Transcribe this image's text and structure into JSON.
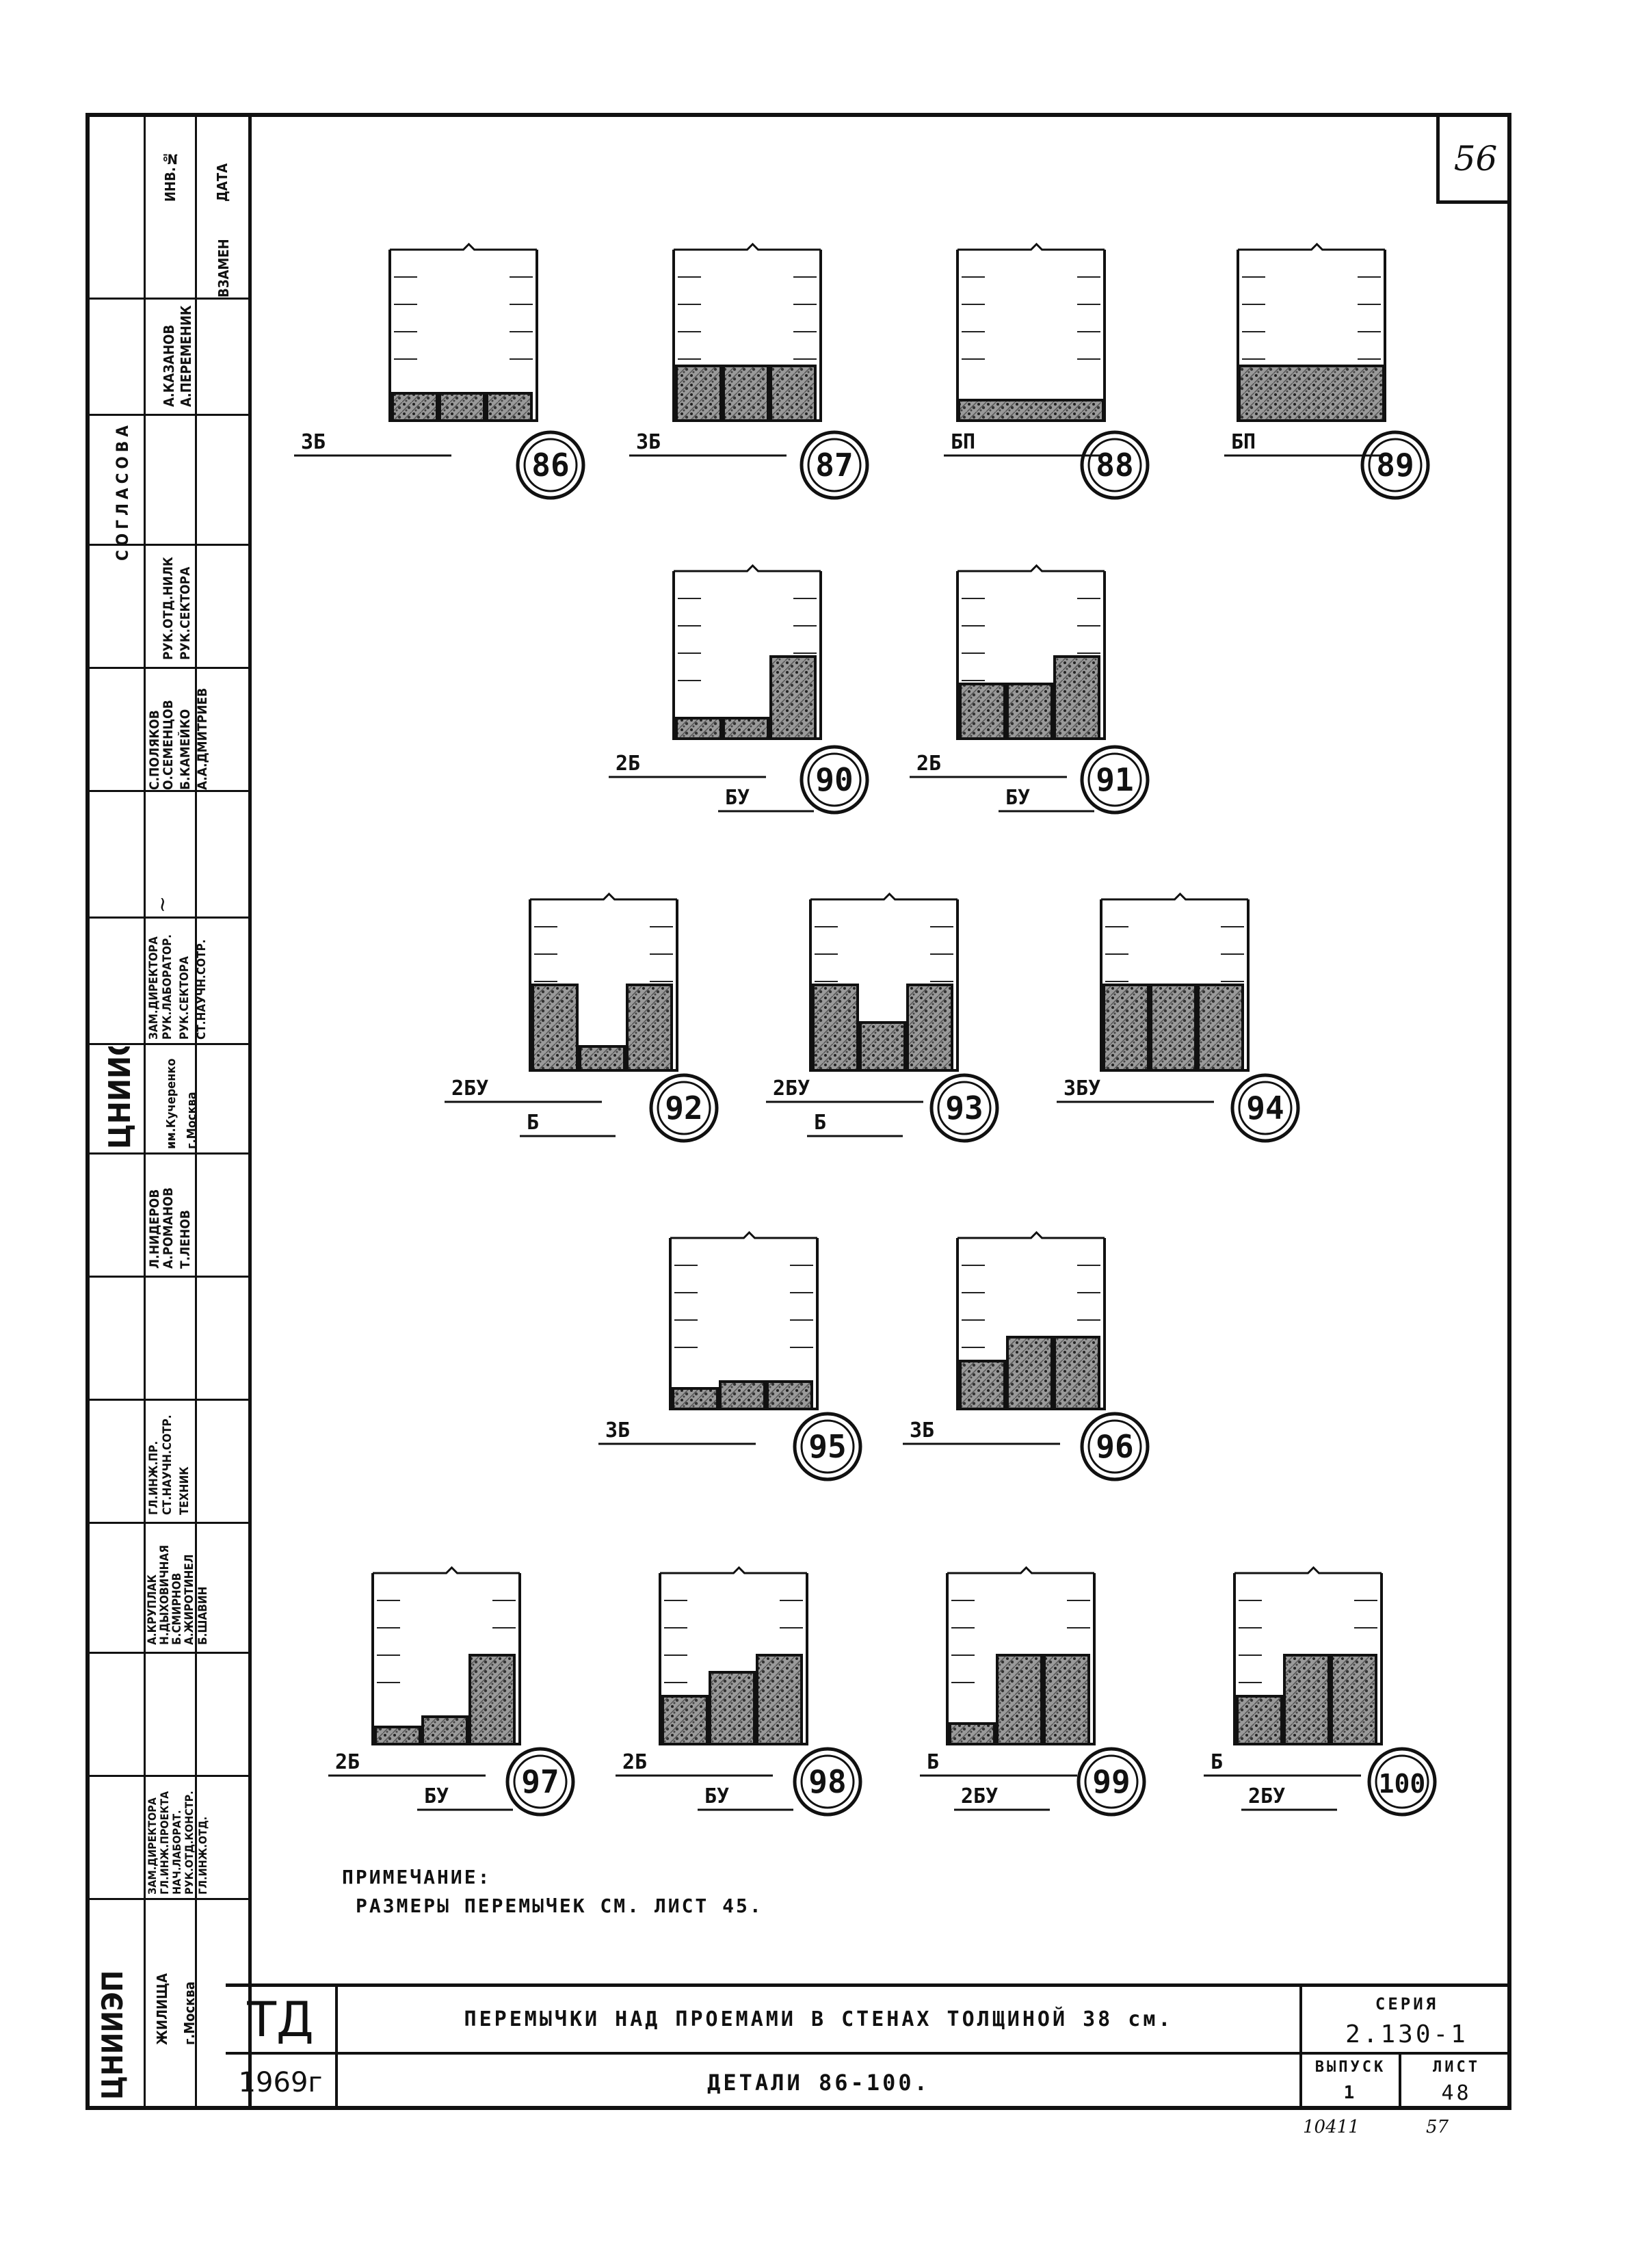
{
  "sheet_number": "56",
  "side_stamp": {
    "col1": [
      {
        "text": "ЦНИИЭП"
      },
      {
        "text": ""
      },
      {
        "text": ""
      },
      {
        "text": ""
      },
      {
        "text": ""
      },
      {
        "text": ""
      },
      {
        "text": "ЦНИИСК"
      },
      {
        "text": ""
      },
      {
        "text": ""
      },
      {
        "text": ""
      },
      {
        "text": ""
      },
      {
        "text": ""
      },
      {
        "text": ""
      }
    ],
    "col2_rows": [
      {
        "a": "ЗАМ.ДИРЕКТОРА",
        "b": "ГЛ.ИНЖ.ПРОЕКТА",
        "c": "НАЧ.ЛАБОРАТ.",
        "d": "РУК.ОТД.КОНСТР.",
        "e": "ГЛ.ИНЖ.ОТД."
      },
      {
        "a": "ЖИЛИЩА",
        "b": "г.Москва"
      },
      {
        "a": "А.КРУПЛАК",
        "b": "Н.ДЫХОВИЧНАЯ",
        "c": "Б.СМИРНОВ",
        "d": "А.ЖИРОТИНЕЛ",
        "e": "Б.ШАВИН"
      },
      {
        "a": "ГЛ.ИНЖ.ПР.",
        "b": "СТ.НАУЧН.СОТР.",
        "c": "ТЕХНИК"
      },
      {
        "a": "Л.НИДЕРОВ",
        "b": "А.РОМАНОВ",
        "c": "Т.ЛЕНОВ"
      },
      {
        "a": "им.Кучеренко",
        "b": "г.Москва"
      },
      {
        "a": "ЗАМ.ДИРЕКТОРА",
        "b": "РУК.ЛАБОРАТОР.",
        "c": "РУК.СЕКТОРА",
        "d": "СТ.НАУЧН.СОТР."
      },
      {
        "a": "С.ПОЛЯКОВ",
        "b": "О.СЕМЕНЦОВ",
        "c": "Б.КАМЕЙКО",
        "d": "А.А.ДМИТРИЕВ"
      },
      {
        "a": "РУК.ОТД.НИЛК",
        "b": "РУК.СЕКТОРА"
      },
      {
        "a": "СОГЛАСОВАНО"
      },
      {
        "a": "А.КАЗАНОВ",
        "b": "А.ПЕРЕМЕНИК"
      },
      {
        "a": "ДАТА",
        "b": "ИНВ.№",
        "c": "ВЗАМЕН"
      }
    ]
  },
  "details": [
    {
      "no": "86",
      "labels": [
        "3Б"
      ]
    },
    {
      "no": "87",
      "labels": [
        "3Б"
      ]
    },
    {
      "no": "88",
      "labels": [
        "БП"
      ]
    },
    {
      "no": "89",
      "labels": [
        "БП"
      ]
    },
    {
      "no": "90",
      "labels": [
        "2Б",
        "БУ"
      ]
    },
    {
      "no": "91",
      "labels": [
        "2Б",
        "БУ"
      ]
    },
    {
      "no": "92",
      "labels": [
        "2БУ",
        "Б"
      ]
    },
    {
      "no": "93",
      "labels": [
        "2БУ",
        "Б"
      ]
    },
    {
      "no": "94",
      "labels": [
        "3БУ"
      ]
    },
    {
      "no": "95",
      "labels": [
        "3Б"
      ]
    },
    {
      "no": "96",
      "labels": [
        "3Б"
      ]
    },
    {
      "no": "97",
      "labels": [
        "2Б",
        "БУ"
      ]
    },
    {
      "no": "98",
      "labels": [
        "2Б",
        "БУ"
      ]
    },
    {
      "no": "99",
      "labels": [
        "Б",
        "2БУ"
      ]
    },
    {
      "no": "100",
      "labels": [
        "Б",
        "2БУ"
      ]
    }
  ],
  "note": {
    "heading": "ПРИМЕЧАНИЕ:",
    "text": "РАЗМЕРЫ ПЕРЕМЫЧЕК СМ. ЛИСТ 45."
  },
  "title_block": {
    "org": "ЦНИИЭП",
    "org_sub1": "ЖИЛИЩА",
    "org_sub2": "г.Москва",
    "code": "ТД",
    "year": "1969г",
    "title": "ПЕРЕМЫЧКИ НАД ПРОЕМАМИ В СТЕНАХ ТОЛЩИНОЙ 38 см.",
    "subtitle": "ДЕТАЛИ 86-100.",
    "series_label": "СЕРИЯ",
    "series_value": "2.130-1",
    "issue_label": "ВЫПУСК",
    "issue_value": "1",
    "sheet_label": "ЛИСТ",
    "sheet_value": "48"
  },
  "footer": {
    "left_number": "10411",
    "right_number": "57"
  }
}
